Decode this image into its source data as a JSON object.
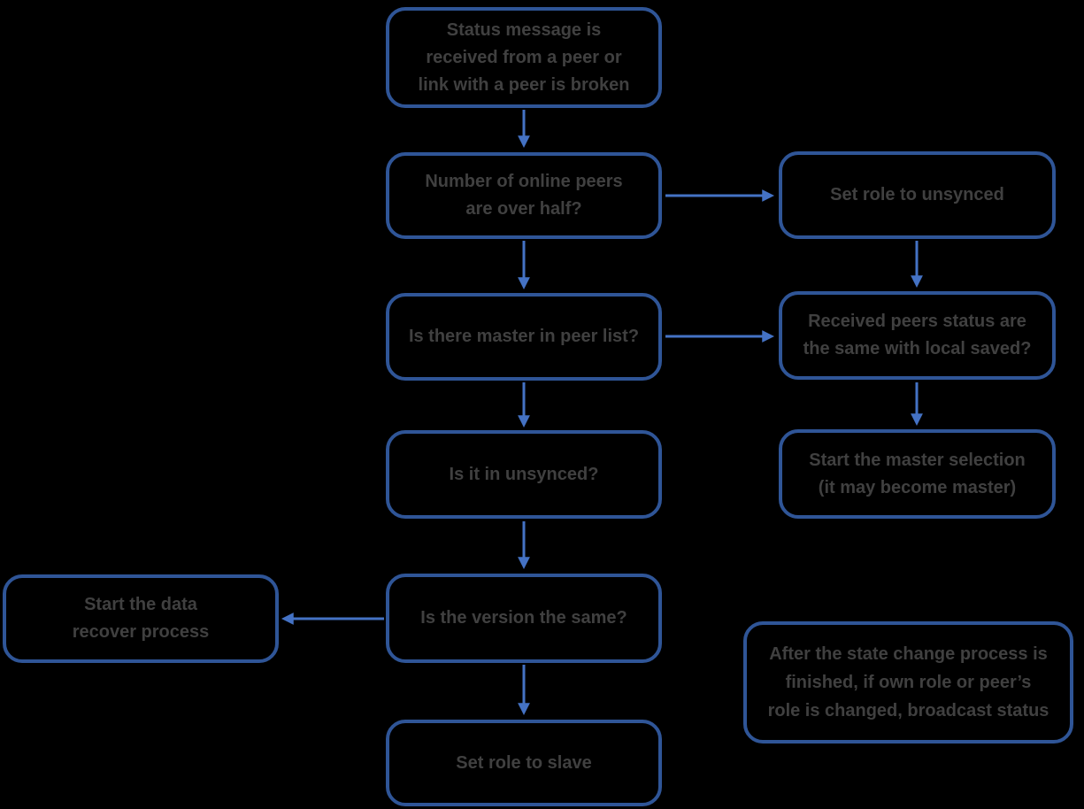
{
  "colors": {
    "background": "#000000",
    "box_fill": "#000000",
    "box_border": "#2F5597",
    "arrow": "#4472C4",
    "text": "#404040"
  },
  "nodes": {
    "status_received": {
      "label": "Status message is\nreceived from a peer or\nlink with a peer is broken"
    },
    "peers_over_half": {
      "label": "Number of online peers\nare over half?"
    },
    "set_role_unsynced": {
      "label": "Set role to unsynced"
    },
    "master_in_peer_list": {
      "label": "Is there master in peer list?"
    },
    "peers_status_same": {
      "label": "Received peers status are\nthe same with local saved?"
    },
    "is_unsynced": {
      "label": "Is it in unsynced?"
    },
    "start_master_selection": {
      "label": "Start the master selection\n(it may become master)"
    },
    "version_same": {
      "label": "Is the version the same?"
    },
    "start_data_recover": {
      "label": "Start the data\nrecover process"
    },
    "set_role_slave": {
      "label": "Set role to slave"
    },
    "broadcast_note": {
      "label": "After the state change process is\nfinished, if own role or peer’s\nrole is changed, broadcast status"
    }
  }
}
